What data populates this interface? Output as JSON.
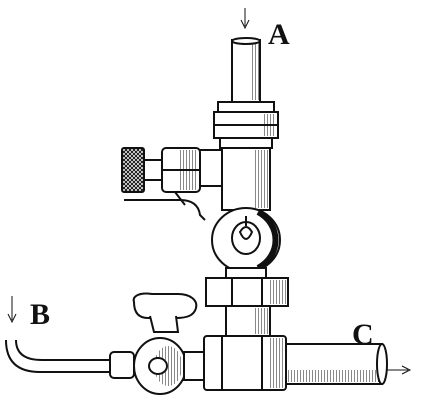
{
  "labels": {
    "a": "A",
    "b": "B",
    "c": "C"
  },
  "colors": {
    "ink": "#111111",
    "paper": "#ffffff"
  }
}
